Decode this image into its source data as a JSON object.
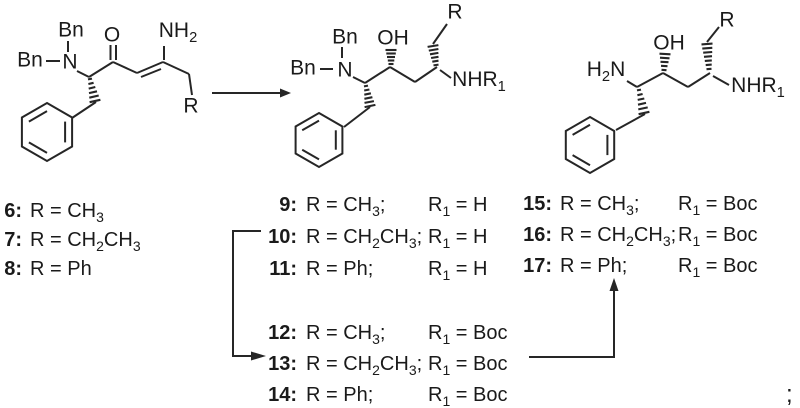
{
  "colors": {
    "ink": "#262626",
    "text": "#1a1a1a",
    "background": "#ffffff"
  },
  "structures": {
    "enaminone": {
      "labels": {
        "bn_top": "Bn",
        "bn_left": "Bn",
        "n": "N",
        "o": "O",
        "nh2": "NH~2~",
        "r": "R"
      }
    },
    "dibenzyl_amino_alcohol": {
      "labels": {
        "bn_top": "Bn",
        "bn_left": "Bn",
        "n": "N",
        "oh": "OH",
        "r": "R",
        "nhr1": "NHR~1~"
      }
    },
    "free_amino_alcohol": {
      "labels": {
        "h2n": "H~2~N",
        "oh": "OH",
        "r": "R",
        "nhr1": "NHR~1~"
      }
    }
  },
  "compounds": {
    "g68": {
      "rows": [
        {
          "num": "6:",
          "r": "R = CH~3~"
        },
        {
          "num": "7:",
          "r": "R = CH~2~CH~3~"
        },
        {
          "num": "8:",
          "r": "R = Ph"
        }
      ]
    },
    "g911": {
      "rows": [
        {
          "num": "9:",
          "r": "R = CH~3~;",
          "r1": "R~1~ = H"
        },
        {
          "num": "10:",
          "r": "R = CH~2~CH~3~;",
          "r1": "R~1~ = H"
        },
        {
          "num": "11:",
          "r": "R = Ph;",
          "r1": "R~1~ = H"
        }
      ]
    },
    "g1214": {
      "rows": [
        {
          "num": "12:",
          "r": "R = CH~3~;",
          "r1": "R~1~ = Boc"
        },
        {
          "num": "13:",
          "r": "R = CH~2~CH~3~;",
          "r1": "R~1~ = Boc"
        },
        {
          "num": "14:",
          "r": "R = Ph;",
          "r1": "R~1~ = Boc"
        }
      ]
    },
    "g1517": {
      "rows": [
        {
          "num": "15:",
          "r": "R = CH~3~;",
          "r1": "R~1~ = Boc"
        },
        {
          "num": "16:",
          "r": "R = CH~2~CH~3~;",
          "r1": "R~1~ = Boc"
        },
        {
          "num": "17:",
          "r": "R = Ph;",
          "r1": "R~1~ = Boc"
        }
      ]
    }
  },
  "punctuation": {
    "trailing_semicolon": ";"
  }
}
